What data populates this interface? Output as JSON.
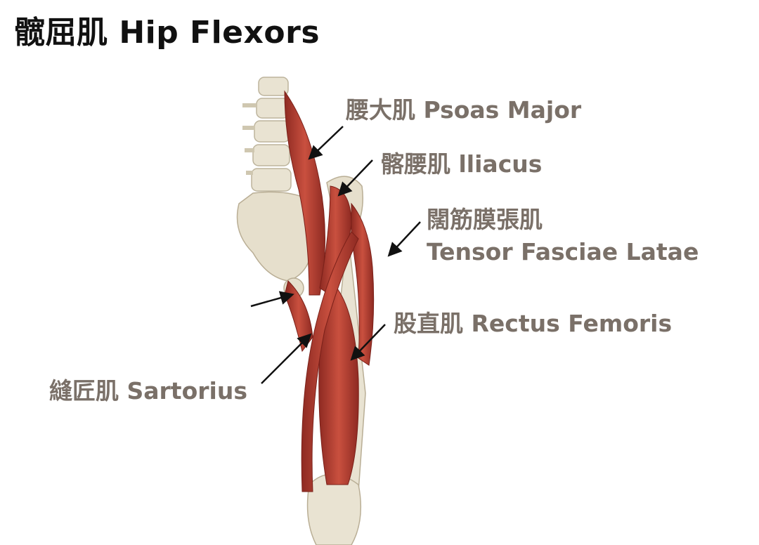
{
  "title": "髋屈肌 Hip Flexors",
  "labels": {
    "psoas_major": "腰大肌 Psoas Major",
    "iliacus": "髂腰肌 lliacus",
    "tfl_cn": "闊筋膜張肌",
    "tfl_en": "Tensor Fasciae Latae",
    "rectus_femoris": "股直肌 Rectus Femoris",
    "sartorius": "縫匠肌 Sartorius"
  },
  "colors": {
    "label": "#7a7068",
    "muscle": "#b83a2e",
    "bone": "#e8e2d0",
    "arrow": "#111111"
  }
}
